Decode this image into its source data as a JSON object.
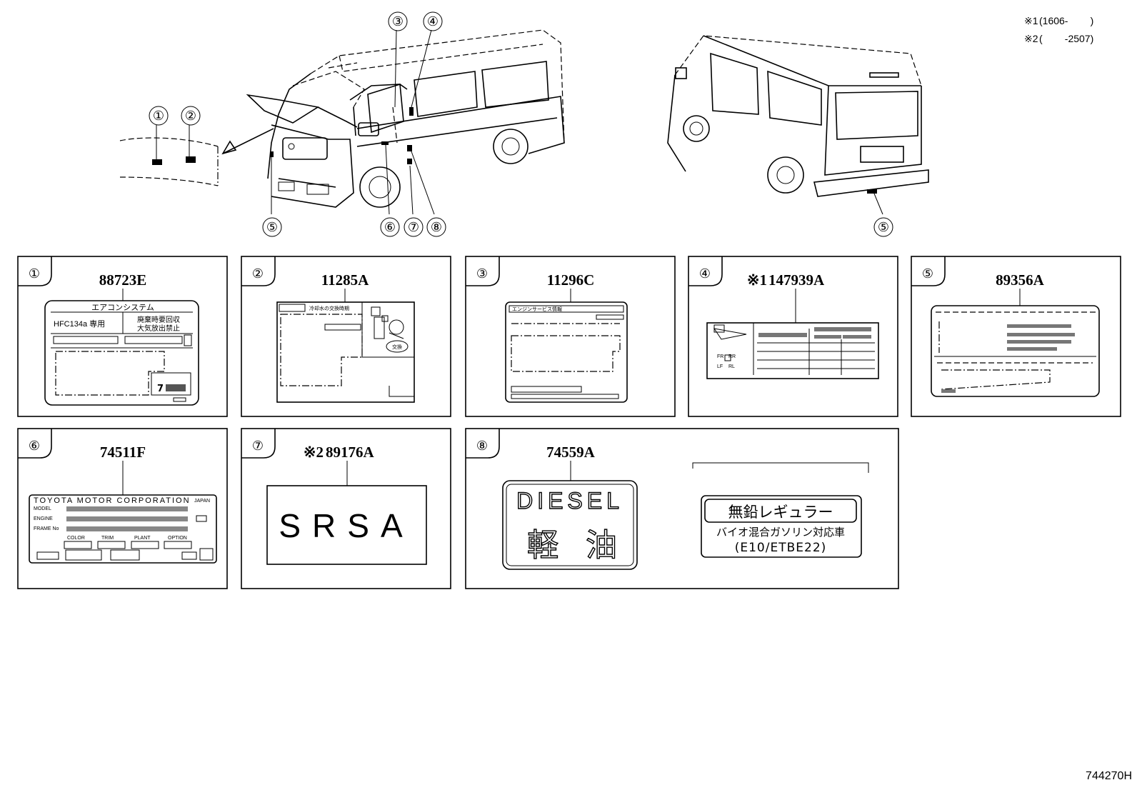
{
  "notes": [
    {
      "mark": "※1",
      "text": "(1606-        )"
    },
    {
      "mark": "※2",
      "text": "(        -2507)"
    }
  ],
  "callouts_top": [
    "①",
    "②",
    "③",
    "④",
    "⑤",
    "⑥",
    "⑦",
    "⑧",
    "⑤"
  ],
  "boxes": [
    {
      "num": "①",
      "part": "88723E",
      "label": {
        "title": "エアコンシステム",
        "refrigerant": "HFC134a 専用",
        "warning_1": "廃棄時要回収",
        "warning_2": "大気放出禁止",
        "mark": "7"
      }
    },
    {
      "num": "②",
      "part": "11285A",
      "label": {
        "title": "冷却水の交換時期",
        "badge": "交換"
      }
    },
    {
      "num": "③",
      "part": "11296C",
      "label": {
        "title": "エンジンサービス情報"
      }
    },
    {
      "num": "④",
      "part": "147939A",
      "mark": "※1",
      "label": {
        "fr": "FR",
        "rr": "RR",
        "lf": "LF",
        "rl": "RL"
      }
    },
    {
      "num": "⑤",
      "part": "89356A",
      "label": {}
    },
    {
      "num": "⑥",
      "part": "74511F",
      "label": {
        "maker": "TOYOTA MOTOR CORPORATION",
        "country": "JAPAN",
        "model": "MODEL",
        "engine": "ENGINE",
        "frame": "FRAME No",
        "color": "COLOR",
        "trim": "TRIM",
        "plant": "PLANT",
        "option": "OPTION"
      }
    },
    {
      "num": "⑦",
      "part": "89176A",
      "mark": "※2",
      "label": {
        "text": "SRSA"
      }
    },
    {
      "num": "⑧",
      "part": "74559A",
      "label": {
        "diesel": "DIESEL",
        "kanji_1": "軽",
        "kanji_2": "油",
        "unleaded": "無鉛レギュラー",
        "bio": "バイオ混合ガソリン対応車",
        "e10": "(E10/ETBE22)"
      }
    }
  ],
  "figure_code": "744270H"
}
